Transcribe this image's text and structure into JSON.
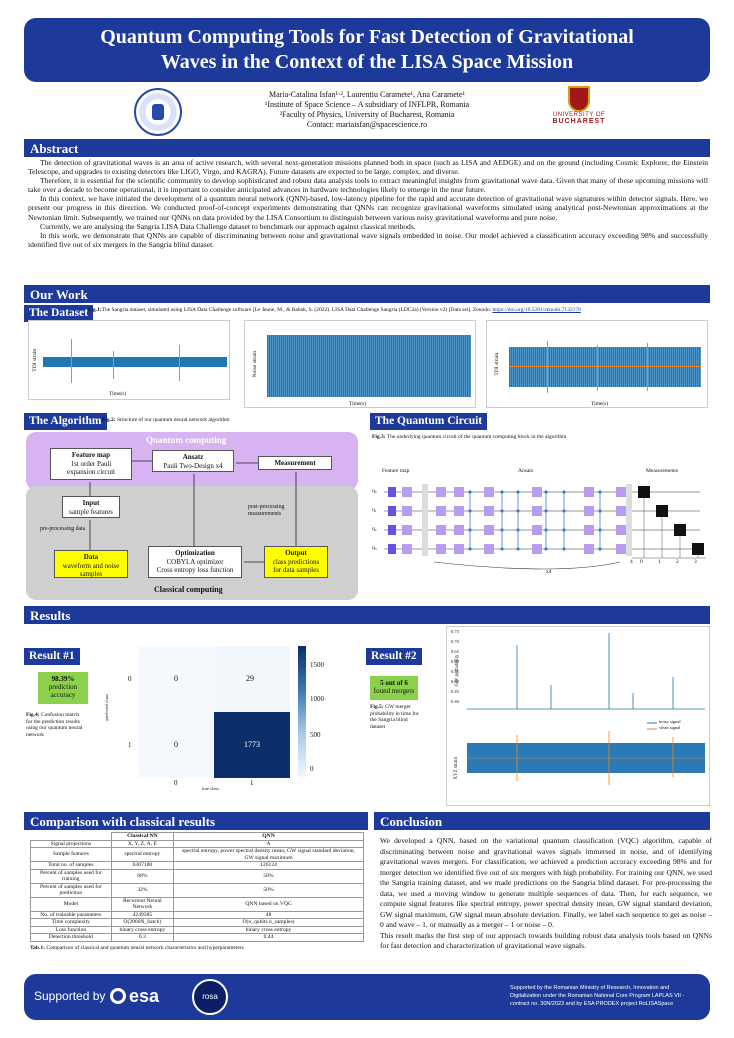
{
  "title": {
    "line1": "Quantum Computing Tools for Fast Detection of Gravitational",
    "line2": "Waves in the Context of the LISA Space Mission"
  },
  "authors": {
    "names": "Maria-Catalina Isfan¹·², Laurentiu Caramete¹, Ana Caramete¹",
    "affil1": "¹Institute of Space Science – A subsidiary of INFLPR, Romania",
    "affil2": "²Faculty of  Physics, University of Bucharest, Romania",
    "contact": "Contact: mariaisfan@spacescience.ro"
  },
  "logo_right": {
    "line1": "UNIVERSITY OF",
    "line2": "BUCHAREST"
  },
  "abstract": {
    "heading": "Abstract",
    "paragraphs": [
      "The detection of gravitational waves is an area of active research, with several next-generation missions planned both in space (such as LISA and AEDGE) and on the ground (including Cosmic Explorer, the Einstein Telescope, and upgrades to existing detectors like LIGO, Virgo, and KAGRA). Future datasets are expected to be large, complex, and diverse.",
      "Therefore, it is essential for the scientific community to develop sophisticated and robust data analysis tools to extract meaningful insights from gravitational wave data. Given that many of these upcoming missions will take over a decade to become operational, it is important to consider anticipated advances in hardware technologies likely to emerge in the near future.",
      "In this context, we have initiated the development of a quantum neural network (QNN)-based, low-latency pipeline for the rapid and accurate detection of gravitational wave signatures within detector signals. Here, we present our progress in this direction. We conducted proof-of-concept experiments demonstrating that QNNs can recognize gravitational waveforms simulated using analytical post-Newtonian approximations at the Newtonian limit. Subsequently, we trained our QNNs on data provided by the LISA Consortium to distinguish between various noisy gravitational waveforms and pure noise.",
      "Currently, we are analysing the Sangria LISA Data Challenge dataset to benchmark our approach against classical methods.",
      "In this work, we demonstrate that QNNs are capable of discriminating between noise and gravitational wave signals embedded in noise. Our model achieved a classification accuracy exceeding 98% and successfully identified five out of six mergers in the Sangria blind dataset."
    ]
  },
  "our_work": {
    "heading": "Our Work"
  },
  "dataset": {
    "heading": "The Dataset",
    "caption_bold": "Fig.1:",
    "caption": "The Sangria dataset, simulated using LISA Data Challenge  software [Le Jeune, M., & Babak, S. (2022). LISA Data Challenge Sangria (LDC2a) (Version v2) [Data set]. Zenodo.",
    "link": "https://doi.org/10.5281/zenodo.7132178",
    "plots": [
      {
        "ylabel": "TDI strain",
        "xlabel": "Time(s)"
      },
      {
        "ylabel": "Noise strain",
        "xlabel": "Time(s)"
      },
      {
        "ylabel": "TDI strain",
        "xlabel": "Time(s)"
      }
    ]
  },
  "algorithm": {
    "heading": "The Algorithm",
    "caption_bold": "Fig.2:",
    "caption": " Structure of our quantum neural network algorithm",
    "qc_label": "Quantum computing",
    "cc_label": "Classical computing",
    "feature_map": {
      "title": "Feature map",
      "line1": "1st order Pauli",
      "line2": "expansion circuit"
    },
    "ansatz": {
      "title": "Ansatz",
      "line1": "Pauli Two-Design x4"
    },
    "measurement": {
      "title": "Measurement"
    },
    "input": {
      "title": "Input",
      "line1": "sample features"
    },
    "data": {
      "title": "Data",
      "line1": "waveform and noise",
      "line2": "samples"
    },
    "optimization": {
      "title": "Optimization",
      "line1": "COBYLA optimizer",
      "line2": "Cross entropy loss function"
    },
    "output": {
      "title": "Output",
      "line1": "class predictions",
      "line2": "for data samples"
    },
    "preproc": "pre-processing data",
    "postproc": "post-processing measurements"
  },
  "circuit": {
    "heading": "The Quantum Circuit",
    "caption_bold": "Fig.3:",
    "caption": " The underlying quantum circuit of the quantum computing block in the algorithm",
    "feature_map": "Feature map",
    "ansatz": "Ansatz",
    "measurements": "Measurements",
    "qubits": [
      "q₀",
      "q₁",
      "q₂",
      "q₃"
    ],
    "x4": "x4",
    "outs": [
      "4",
      "0",
      "1",
      "2",
      "3"
    ]
  },
  "results": {
    "heading": "Results",
    "r1": {
      "heading": "Result #1",
      "value": "98.39%",
      "line1": "prediction",
      "line2": "accuracy",
      "caption_bold": "Fig.4:",
      "caption": " Confusion matrix for the prediction results using our quantum neural network"
    },
    "cm": {
      "cells": [
        "0",
        "29",
        "0",
        "1773"
      ],
      "xticks": [
        "0",
        "1"
      ],
      "yticks": [
        "0",
        "1"
      ],
      "xlabel": "true class",
      "ylabel": "predicted class",
      "cbar": [
        "1500",
        "1000",
        "500",
        "0"
      ]
    },
    "r2": {
      "heading": "Result #2",
      "value": "5 out of 6",
      "line1": "found mergers",
      "caption_bold": "Fig.5:",
      "caption": " GW merger probability in time for the Sangria blind dataset"
    },
    "gw": {
      "ylabel_top": "GW probability",
      "ylabel_bot": "XYZ strain",
      "legend": [
        "noisy signal",
        "clean signal"
      ],
      "yticks_top": [
        "0.75",
        "0.70",
        "0.65",
        "0.60",
        "0.55",
        "0.50",
        "0.45",
        "0.40"
      ]
    }
  },
  "comparison": {
    "heading": "Comparison with classical results",
    "cols": [
      "Classical NN",
      "QNN"
    ],
    "rows": [
      [
        "Signal projections",
        "X, Y, Z, A, E",
        "A"
      ],
      [
        "Sample features",
        "spectral entropy",
        "spectral entropy, power spectral density mean, GW signal standard deviation, GW signal maximum"
      ],
      [
        "Total no. of samples",
        "6307180",
        "126124"
      ],
      [
        "Percent of samples used for training",
        "68%",
        "50%"
      ],
      [
        "Percent of samples used for prediction",
        "32%",
        "50%"
      ],
      [
        "Model",
        "Recurrent Neural Network",
        "QNN based on VQC"
      ],
      [
        "No. of trainable parameters",
        "4249385",
        "48"
      ],
      [
        "Time complexity",
        "O(2000N_batch)",
        "O(n_qubits n_samples)"
      ],
      [
        "Loss function",
        "binary cross entropy",
        "binary cross entropy"
      ],
      [
        "Detection threshold",
        "0.3",
        "0.44"
      ]
    ],
    "caption_bold": "Tab.1:",
    "caption": " Comparison of classical and quantum neural network characteristics and hyperparameters"
  },
  "conclusion": {
    "heading": "Conclusion",
    "p1": "We developed a QNN, based on the variational quantum classification (VQC) algorithm, capable of discriminating between noise and gravitational waves signals immersed in noise, and of identifying gravitational waves mergers. For classification, we achieved a prediction accuracy exceeding 98% and for merger detection we identified five out of six mergers with high probability. For training our QNN, we used the Sangria training dataset, and we made predictions on the Sangria blind dataset. For pre-processing the data, we used a moving window to generate multiple sequences of data. Then, for each sequence, we compute signal features like spectral entropy, power spectral density mean, GW signal standard deviation, GW signal maximum, GW signal mean absolute deviation. Finally, we label each sequence to get as noise – 0 and wave – 1, or manually as a merger – 1 or noise – 0.",
    "p2": "This result marks the first step of our approach towards building robust data analysis tools based on QNNs for fast detection and characterization of gravitational wave signals."
  },
  "footer": {
    "supported_by": "Supported by",
    "esa": "esa",
    "rosa": "rosa",
    "text": "Supported by the Romanian Ministry of Research, Innovation and Digitalization under the Romanian National Core Program LAPLAS VII - contract no. 30N/2023 and by ESA PRODEX project RoLISASpace"
  },
  "colors": {
    "navy": "#1d3a9b",
    "purple": "#d7b3f2",
    "grey": "#cfcfcf",
    "yellow": "#ffff00",
    "green": "#8bd14a",
    "signal": "#1f77b4",
    "merger": "#ff7f0e"
  }
}
